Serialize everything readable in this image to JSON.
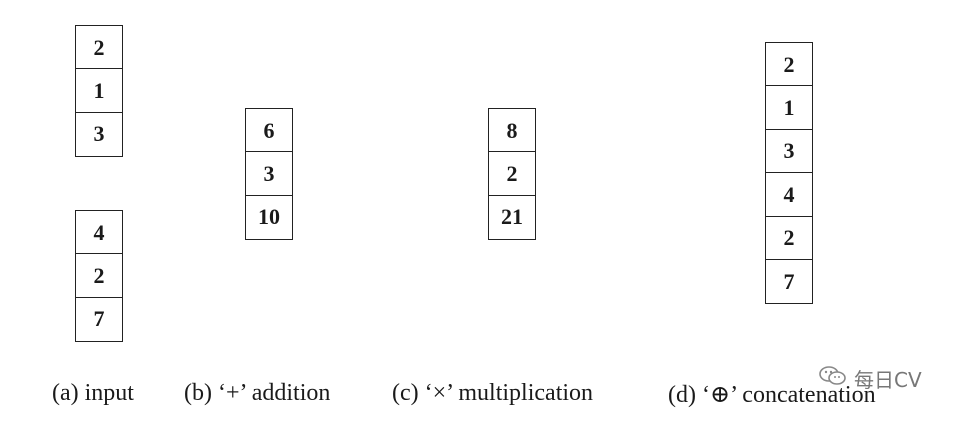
{
  "panels": {
    "input": {
      "group1": [
        "2",
        "1",
        "3"
      ],
      "group2": [
        "4",
        "2",
        "7"
      ],
      "caption": "(a) input"
    },
    "addition": {
      "values": [
        "6",
        "3",
        "10"
      ],
      "caption": "(b) ‘+’ addition"
    },
    "multiplication": {
      "values": [
        "8",
        "2",
        "21"
      ],
      "caption": "(c) ‘×’ multiplication"
    },
    "concatenation": {
      "values": [
        "2",
        "1",
        "3",
        "4",
        "2",
        "7"
      ],
      "caption": "(d) ‘⊕’ concatenation"
    }
  },
  "watermark": {
    "icon": "wechat-icon",
    "text": "每日CV"
  }
}
